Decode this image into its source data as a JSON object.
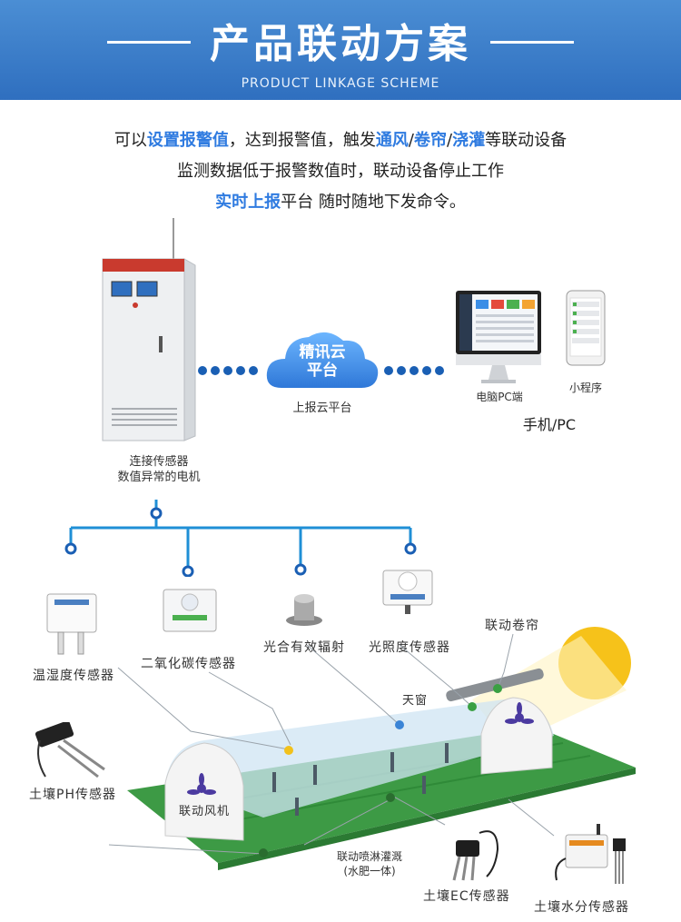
{
  "header": {
    "title": "产品联动方案",
    "subtitle": "PRODUCT LINKAGE SCHEME"
  },
  "intro": {
    "line1": {
      "t1": "可以",
      "h1": "设置报警值",
      "t2": "，达到报警值，触发",
      "h2": "通风",
      "s1": "/",
      "h3": "卷帘",
      "s2": "/",
      "h4": "浇灌",
      "t3": "等联动设备"
    },
    "line2": "监测数据低于报警数值时，联动设备停止工作",
    "line3": {
      "h1": "实时上报",
      "t1": "平台 随时随地下发命令。"
    }
  },
  "cabinet": {
    "caption_line1": "连接传感器",
    "caption_line2": "数值异常的电机"
  },
  "cloud": {
    "label_line1": "精讯云",
    "label_line2": "平台",
    "caption": "上报云平台"
  },
  "devices": {
    "pc_caption": "电脑PC端",
    "mini_caption": "小程序",
    "group_caption": "手机/PC"
  },
  "sensors": {
    "temp_humidity": "温湿度传感器",
    "co2": "二氧化碳传感器",
    "par": "光合有效辐射",
    "light": "光照度传感器",
    "soil_ph": "土壤PH传感器",
    "soil_ec": "土壤EC传感器",
    "soil_moisture": "土壤水分传感器"
  },
  "greenhouse": {
    "curtain": "联动卷帘",
    "skylight": "天窗",
    "fan": "联动风机",
    "irrigation_line1": "联动喷淋灌溉",
    "irrigation_line2": "(水肥一体)"
  },
  "colors": {
    "banner": "#3a7dcc",
    "accent": "#2f7be0",
    "connector": "#1f8fd6",
    "ground": "#3d9a45",
    "sun": "#f6c21a"
  }
}
